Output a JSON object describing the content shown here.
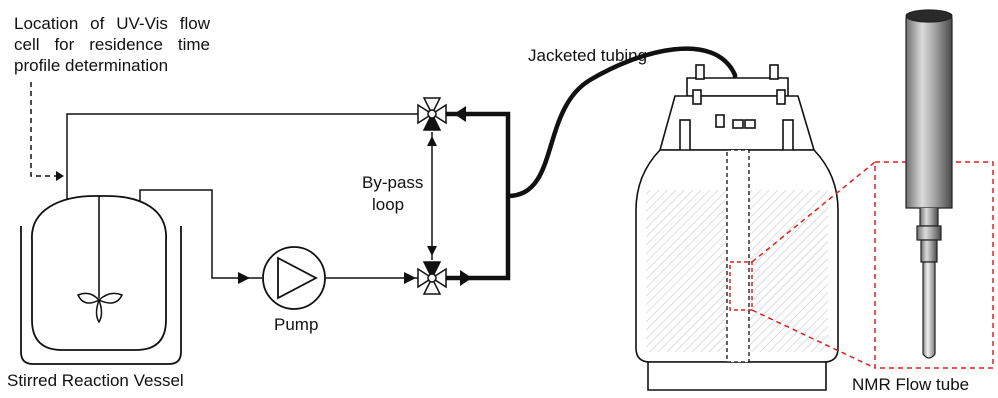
{
  "labels": {
    "uvvis_note": "Location of UV-Vis flow cell for residence time profile determination",
    "jacketed_tubing": "Jacketed tubing",
    "bypass_line1": "By-pass",
    "bypass_line2": "loop",
    "pump": "Pump",
    "vessel": "Stirred Reaction Vessel",
    "nmr_tube": "NMR Flow tube"
  },
  "colors": {
    "line": "#111111",
    "zoom_box": "#e02020",
    "hatch": "#c8c8c8"
  },
  "icons": [
    "three-way-valve-icon",
    "pump-icon",
    "arrowhead-icon",
    "impeller-icon"
  ]
}
